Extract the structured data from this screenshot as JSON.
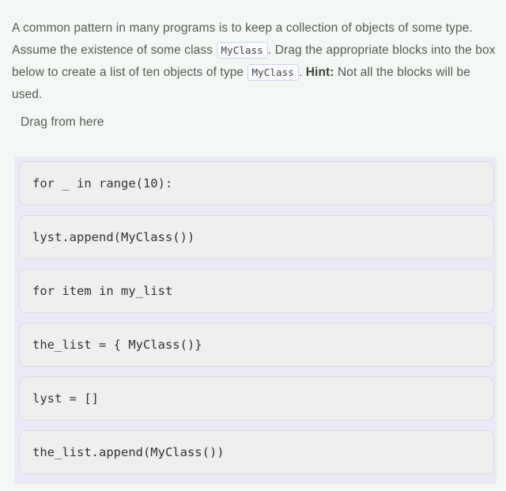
{
  "prompt": {
    "part1": "A common pattern in many programs is to keep a collection of objects of some type. Assume the existence of some class ",
    "code1": "MyClass",
    "part2": ". Drag the appropriate blocks into the box below to create a list of ten objects of type ",
    "code2": "MyClass",
    "part3": ". ",
    "hint_label": "Hint:",
    "part4": " Not all the blocks will be used."
  },
  "drag_area": {
    "label": "Drag from here",
    "container_color": "#eceaf9",
    "block_color": "#efefef",
    "blocks": [
      {
        "code": "for _ in range(10):"
      },
      {
        "code": "lyst.append(MyClass())"
      },
      {
        "code": "for item in my_list"
      },
      {
        "code": "the_list = { MyClass()}"
      },
      {
        "code": "lyst = []"
      },
      {
        "code": "the_list.append(MyClass())"
      }
    ]
  },
  "theme": {
    "page_background": "#f4f8f4",
    "text_color": "#555a55",
    "code_text_color": "#333333"
  }
}
